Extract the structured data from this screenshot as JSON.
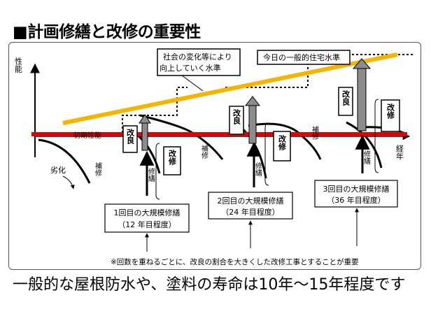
{
  "title": "■計画修繕と改修の重要性",
  "axes": {
    "y_label": "性能",
    "x_label": "経年"
  },
  "labels": {
    "social_change": [
      "社会の変化等により",
      "向上していく水準"
    ],
    "today_level": "今日の一般的住宅水準",
    "initial_performance": "初期性能",
    "deterioration": "劣化",
    "repair": "補修",
    "major_repair": "修繕",
    "improvement": "改良",
    "renovation": "改修"
  },
  "repair_cycles": [
    {
      "lines": [
        "1回目の大規模修繕",
        "（12 年目程度）"
      ]
    },
    {
      "lines": [
        "2回目の大規模修繕",
        "（24 年目程度）"
      ]
    },
    {
      "lines": [
        "3回目の大規模修繕",
        "（36 年目程度）"
      ]
    }
  ],
  "note": "※回数を重ねるごとに、改良の割合を大きくした改修工事とすることが重要",
  "caption": "一般的な屋根防水や、塗料の寿命は10年〜15年程度です",
  "colors": {
    "trend_line": "#f5b400",
    "baseline": "#e30000",
    "arrow_gray": "#8c8c8c"
  }
}
